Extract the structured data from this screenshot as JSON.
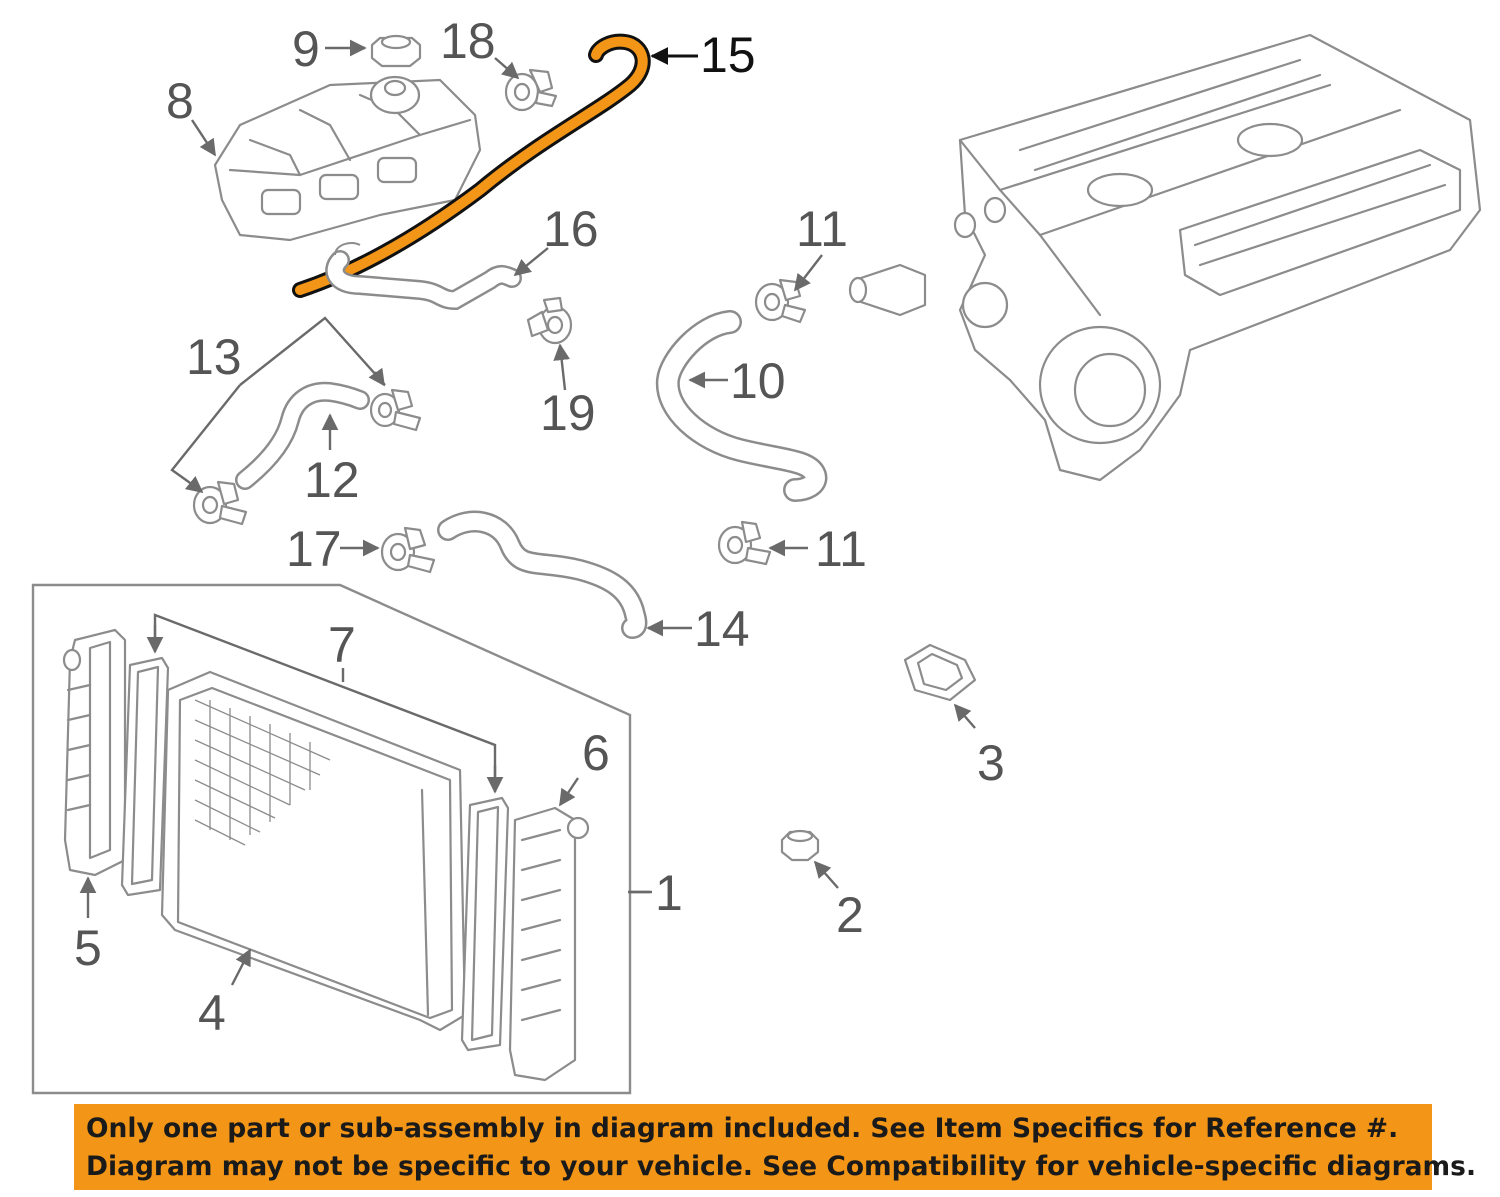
{
  "callouts": {
    "c1": "1",
    "c2": "2",
    "c3": "3",
    "c4": "4",
    "c5": "5",
    "c6": "6",
    "c7": "7",
    "c8": "8",
    "c9": "9",
    "c10": "10",
    "c11a": "11",
    "c11b": "11",
    "c12": "12",
    "c13": "13",
    "c14": "14",
    "c15": "15",
    "c16": "16",
    "c17": "17",
    "c18": "18",
    "c19": "19"
  },
  "highlight_color": "#f39617",
  "banner": {
    "line1": "Only one part or sub-assembly in diagram included. See Item Specifics for Reference #.",
    "line2": "Diagram may not be specific to your vehicle. See Compatibility for vehicle-specific diagrams."
  }
}
